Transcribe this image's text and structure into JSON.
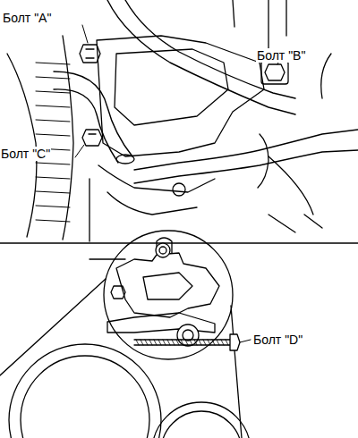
{
  "diagram": {
    "labels": [
      "Болт \"A\"",
      "Болт \"B\"",
      "Болт \"C\"",
      "Болт \"D\""
    ]
  }
}
